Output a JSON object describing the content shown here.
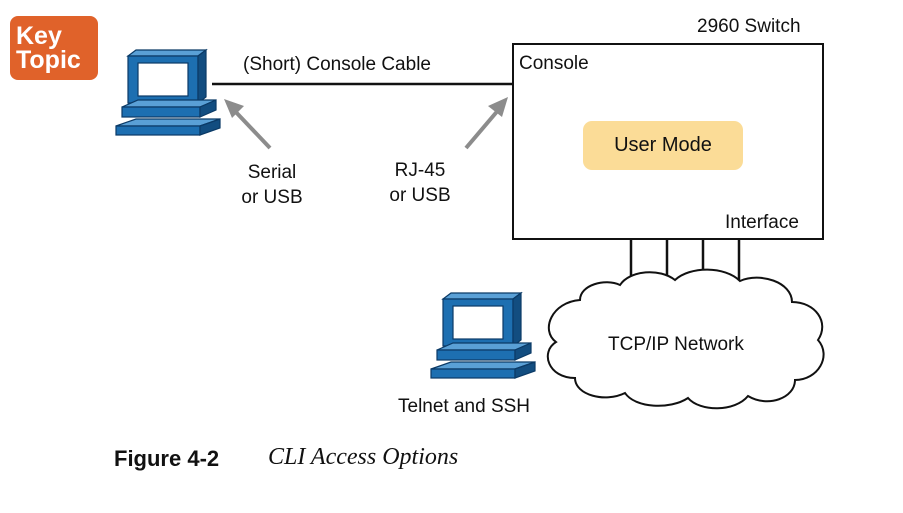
{
  "badge": {
    "line1": "Key",
    "line2": "Topic"
  },
  "switch": {
    "title": "2960 Switch",
    "console_label": "Console",
    "mode_label": "User Mode",
    "interface_label": "Interface"
  },
  "cable": {
    "label": "(Short) Console Cable"
  },
  "pc_end": {
    "line1": "Serial",
    "line2": "or USB"
  },
  "switch_end": {
    "line1": "RJ-45",
    "line2": "or USB"
  },
  "network": {
    "label": "TCP/IP Network"
  },
  "remote_pc": {
    "label": "Telnet and SSH"
  },
  "caption": {
    "number": "Figure 4-2",
    "title": "CLI Access Options"
  },
  "colors": {
    "badge": "#e0622a",
    "mode_fill": "#fbdc97",
    "pc_blue": "#1d6fb1",
    "arrow_gray": "#8c8c8c"
  }
}
